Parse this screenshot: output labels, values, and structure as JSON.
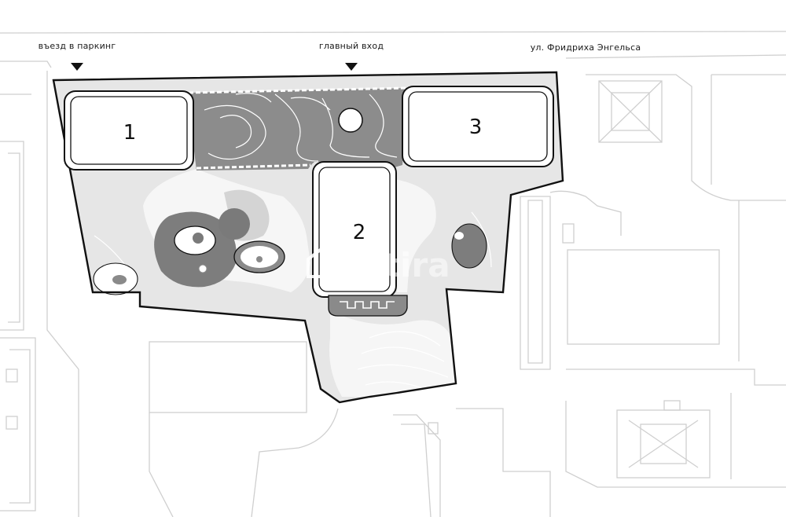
{
  "labels": {
    "parking_entry": "въезд в паркинг",
    "main_entrance": "главный вход",
    "street": "ул. Фридриха Энгельса"
  },
  "buildings": [
    {
      "id": "1",
      "label": "1"
    },
    {
      "id": "2",
      "label": "2"
    },
    {
      "id": "3",
      "label": "3"
    }
  ],
  "watermark": "artira",
  "icons": {
    "entry_marker": "triangle-down-marker",
    "watermark_logo": "house-logo"
  },
  "colors": {
    "ink": "#111111",
    "outline": "#cfcfcf",
    "yard_fill": "#e6e6e6",
    "plaza_fill": "#8a8a8a",
    "pond_fill": "#7d7d7d",
    "background": "#ffffff"
  }
}
